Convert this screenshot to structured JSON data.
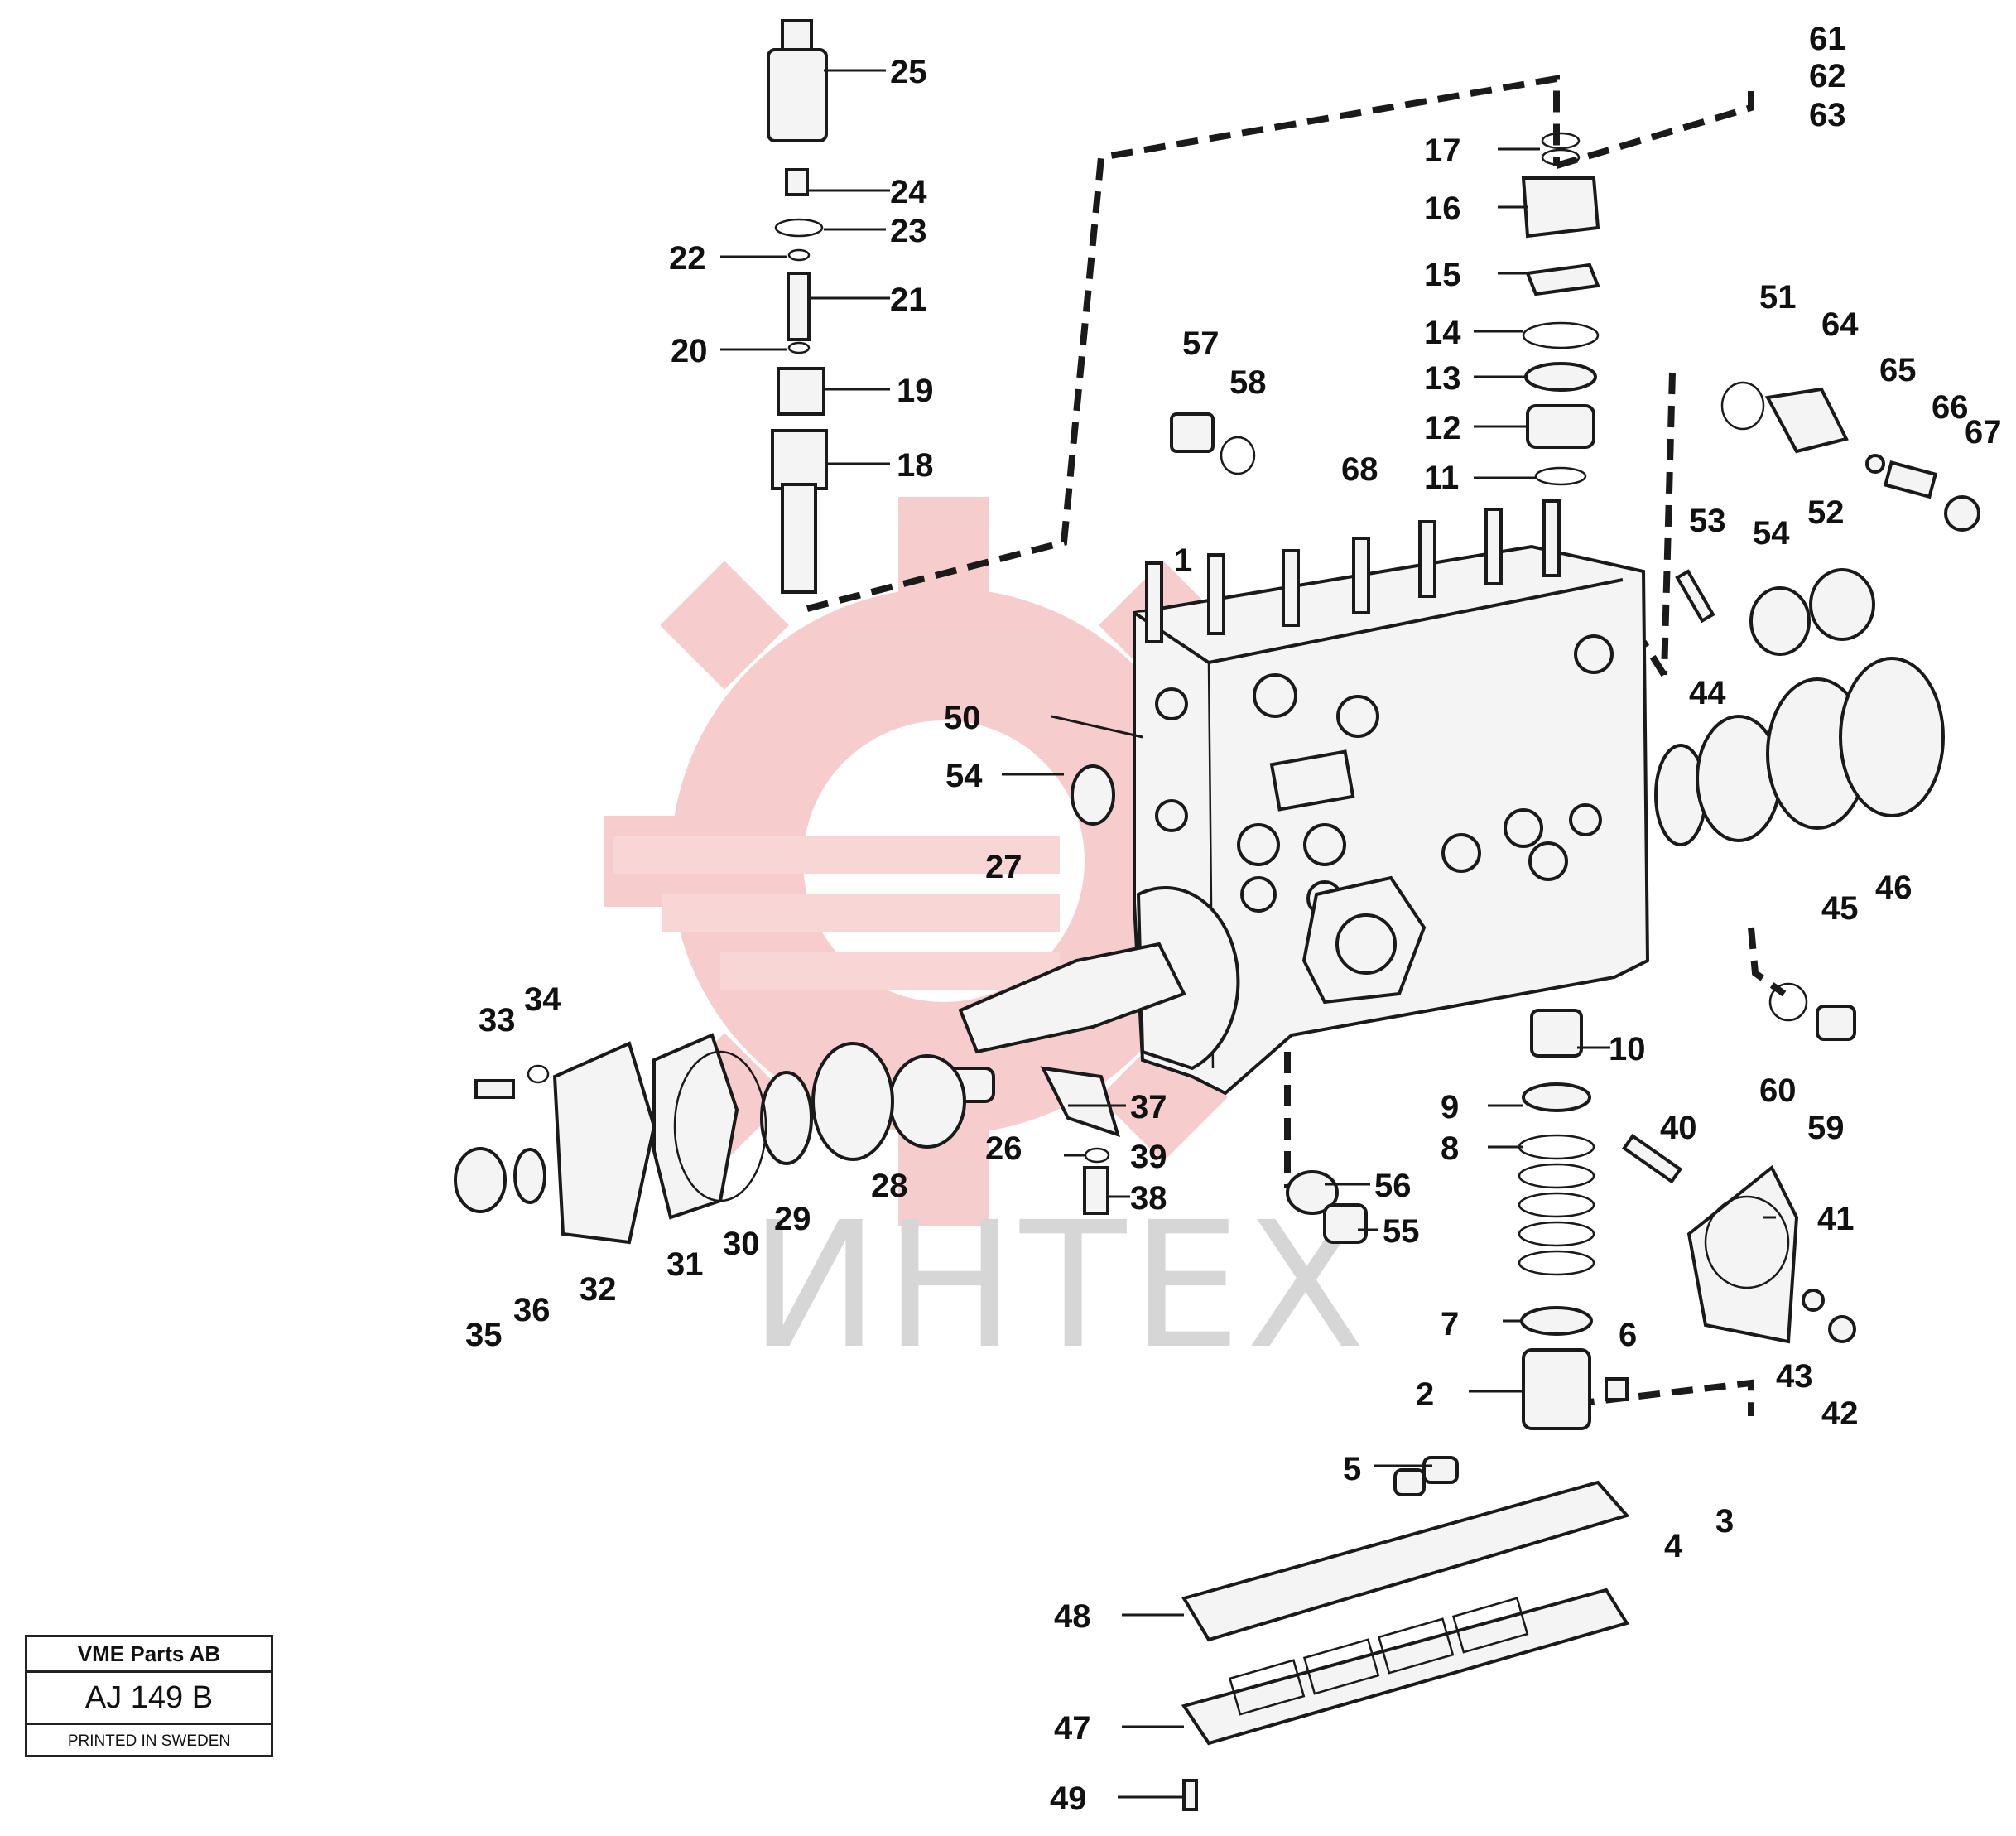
{
  "watermark": {
    "text": "ИНТЕХ",
    "gear_color": "#f3b8b8"
  },
  "info_box": {
    "company": "VME Parts AB",
    "code": "AJ 149 B",
    "printed": "PRINTED IN SWEDEN"
  },
  "callouts": [
    "1",
    "2",
    "3",
    "4",
    "5",
    "6",
    "7",
    "8",
    "9",
    "10",
    "11",
    "12",
    "13",
    "14",
    "15",
    "16",
    "17",
    "18",
    "19",
    "20",
    "21",
    "22",
    "23",
    "24",
    "25",
    "26",
    "27",
    "28",
    "29",
    "30",
    "31",
    "32",
    "33",
    "34",
    "35",
    "36",
    "37",
    "38",
    "39",
    "40",
    "41",
    "42",
    "43",
    "44",
    "45",
    "46",
    "47",
    "48",
    "49",
    "50",
    "51",
    "52",
    "53",
    "54",
    "54",
    "55",
    "56",
    "57",
    "58",
    "59",
    "60",
    "61",
    "62",
    "63",
    "64",
    "65",
    "66",
    "67",
    "68"
  ]
}
